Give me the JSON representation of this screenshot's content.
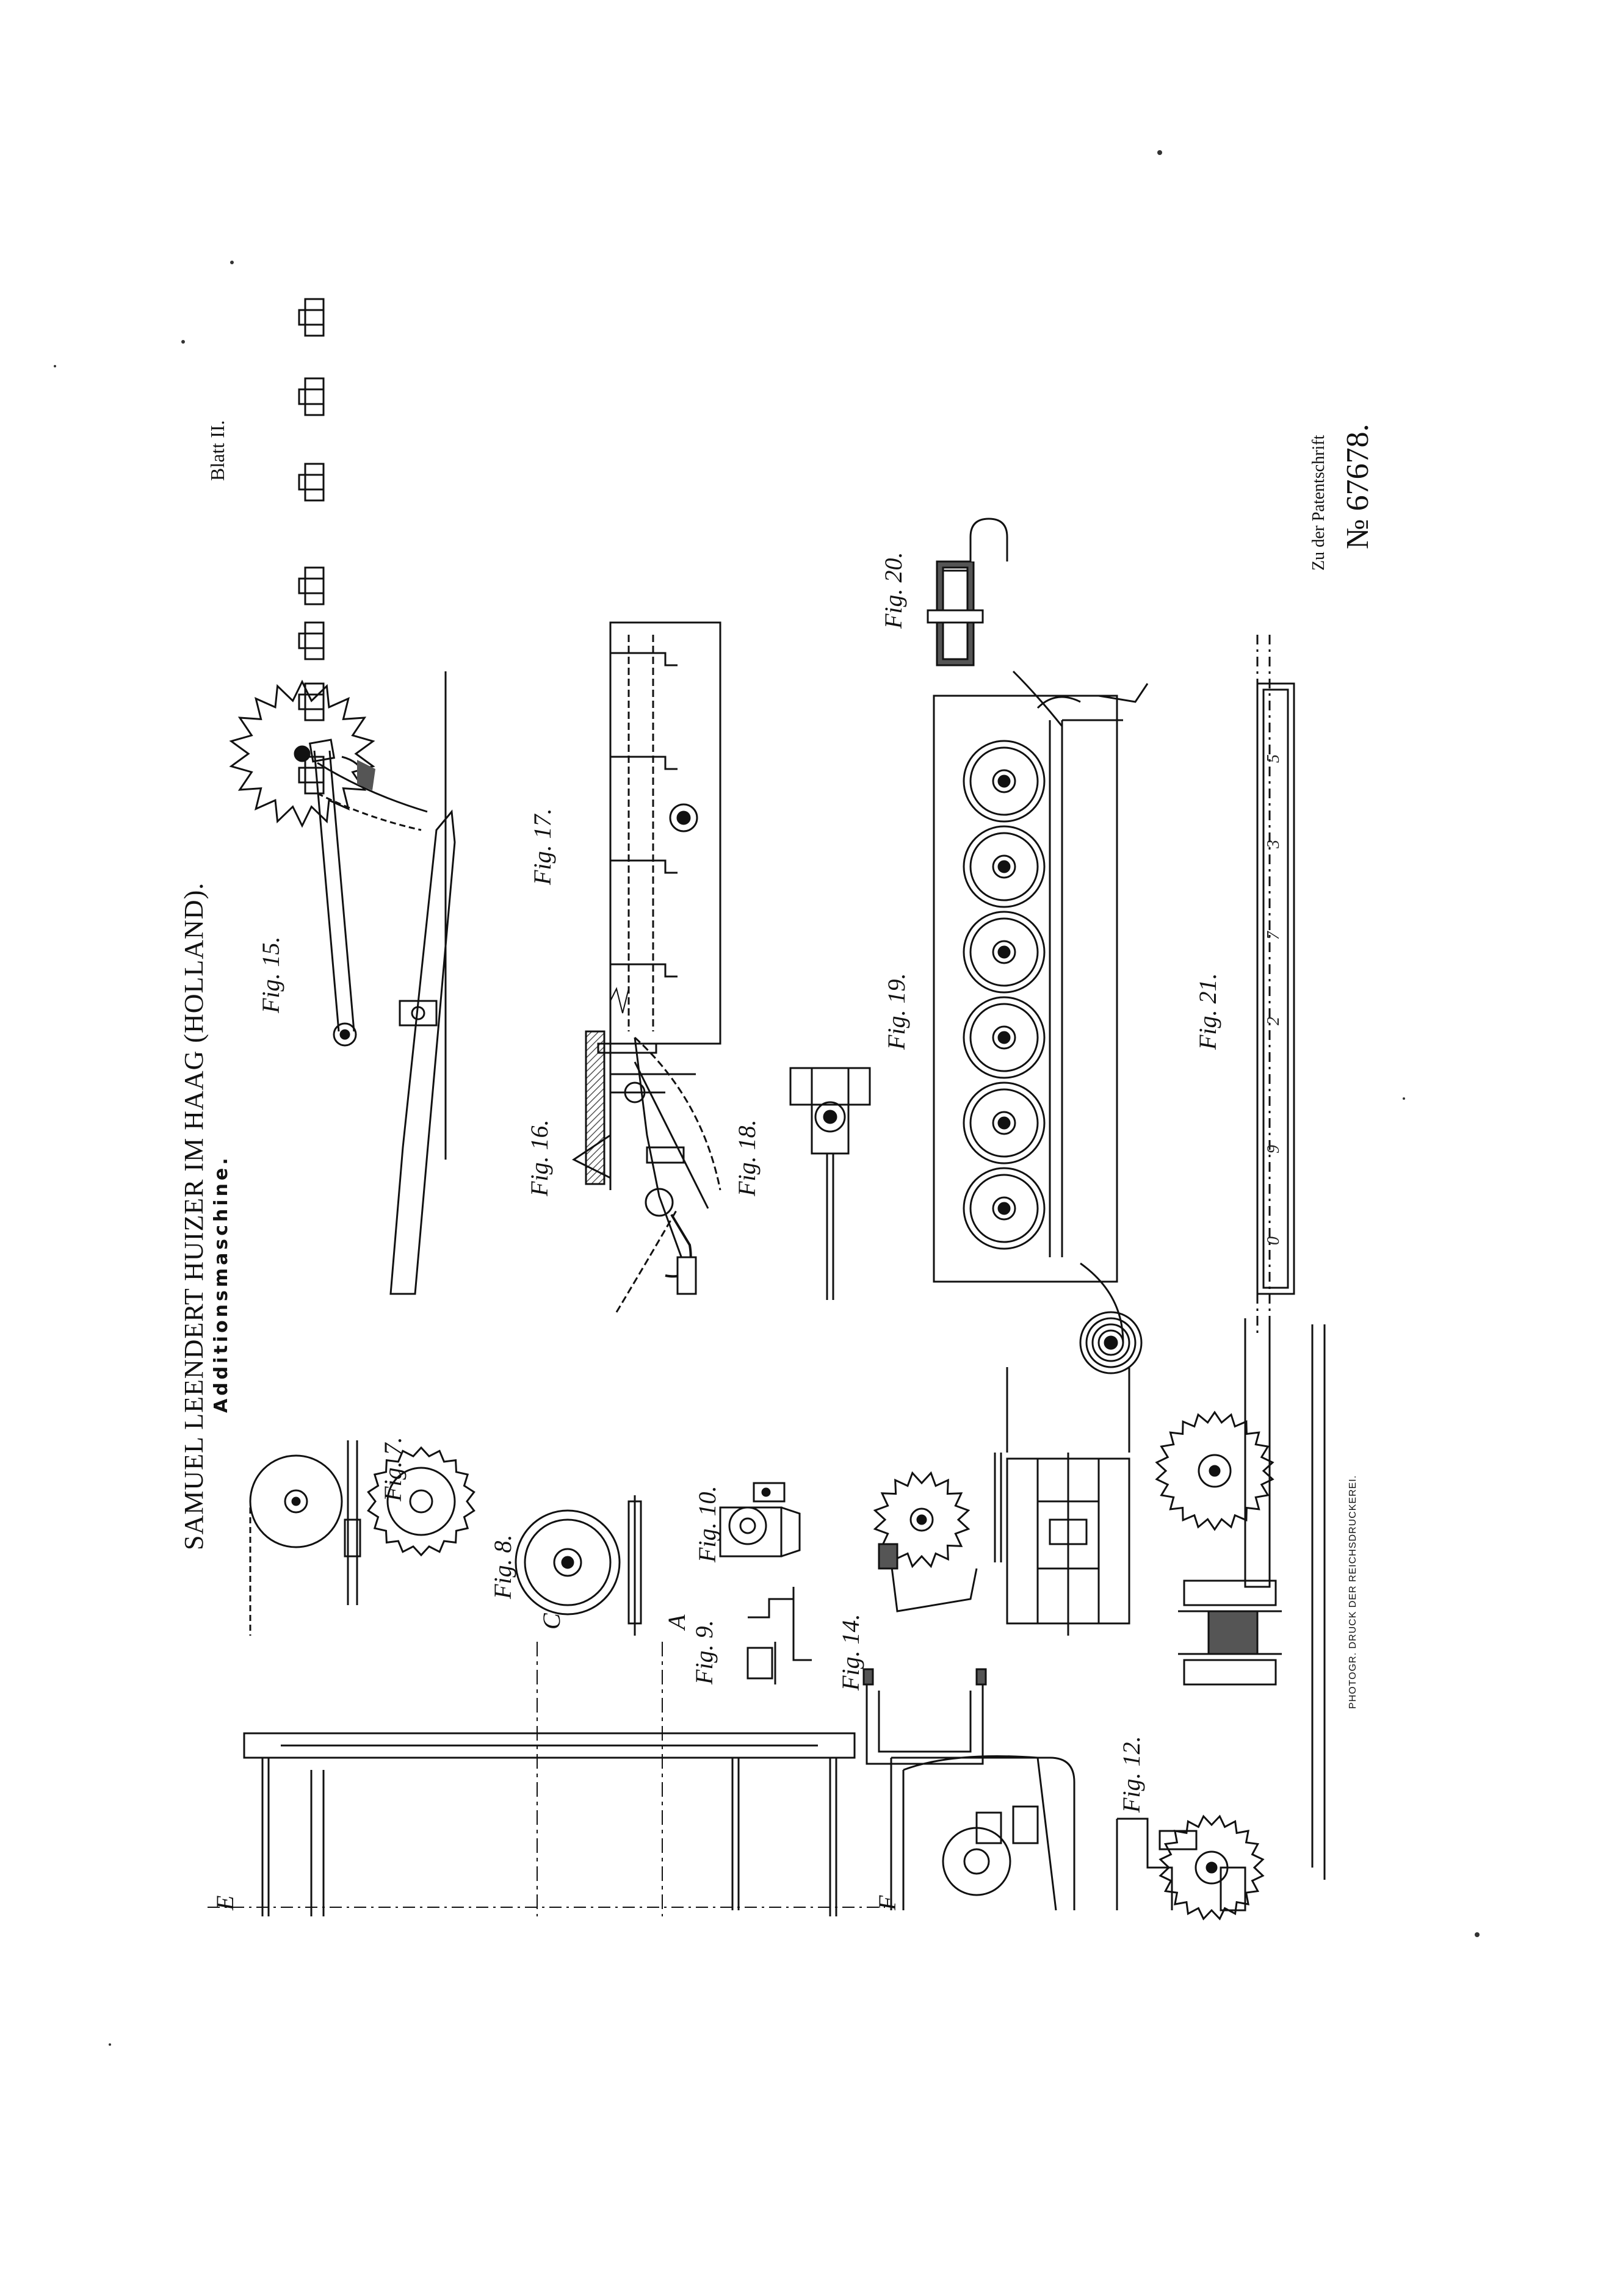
{
  "sheet": {
    "patentee": "SAMUEL LEENDERT HUIZER IM HAAG (HOLLAND).",
    "subtitle": "Additionsmaschine.",
    "sheet_label": "Blatt II.",
    "patent_ref_label": "Zu der Patentschrift",
    "patent_number": "№ 67678.",
    "printer": "PHOTOGR. DRUCK DER REICHSDRUCKEREI."
  },
  "figures": {
    "fig7": "Fig. 7.",
    "fig8": "Fig. 8.",
    "fig9": "Fig. 9.",
    "fig10": "Fig. 10.",
    "fig12": "Fig. 12.",
    "fig14": "Fig. 14.",
    "fig15": "Fig. 15.",
    "fig16": "Fig. 16.",
    "fig17": "Fig. 17.",
    "fig18": "Fig. 18.",
    "fig19": "Fig. 19.",
    "fig20": "Fig. 20.",
    "fig21": "Fig. 21."
  },
  "section_marks": {
    "c": "C",
    "a": "A",
    "e": "E",
    "f": "F"
  },
  "fig21_digits": [
    "0",
    "9",
    "2",
    "7",
    "3",
    "5"
  ],
  "colors": {
    "ink": "#111111",
    "paper": "#ffffff",
    "hatch": "#555555"
  }
}
